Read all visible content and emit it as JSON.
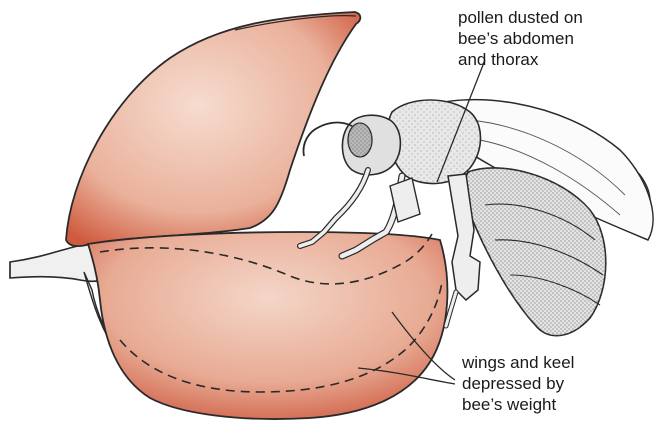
{
  "labels": {
    "pollen": [
      "pollen dusted on",
      "bee’s abdomen",
      "and thorax"
    ],
    "wings": [
      "wings and keel",
      "depressed by",
      "bee’s weight"
    ]
  },
  "colors": {
    "petal_fill": "#ecb8a4",
    "petal_edge": "#c8462e",
    "bee_body": "#e3e3e3",
    "outline": "#2a2a2a",
    "stem": "#eeeeee"
  }
}
